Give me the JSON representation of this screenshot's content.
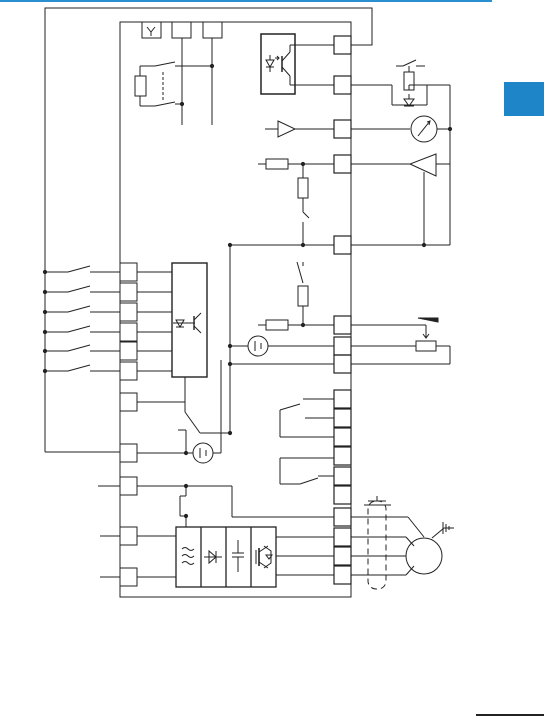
{
  "page": {
    "accent_color": "#1e86c8",
    "line_color": "#222222",
    "shield_color": "#333333"
  },
  "diagram": {
    "kind": "inverter wiring schematic",
    "control_terminals_left": 8,
    "power_input_terminals": 2,
    "right_terminals": 14,
    "motor_terminals": 4,
    "icons": [
      "relay-coil-icon",
      "optocoupler-icon",
      "buffer-amplifier-icon",
      "meter-icon",
      "comparator-icon",
      "resistor-icon",
      "potentiometer-icon",
      "dc-source-icon",
      "filter-icon",
      "rectifier-diode-icon",
      "capacitor-icon",
      "igbt-icon",
      "motor-icon",
      "ground-icon",
      "shield-icon",
      "freewheel-diode-icon"
    ]
  }
}
